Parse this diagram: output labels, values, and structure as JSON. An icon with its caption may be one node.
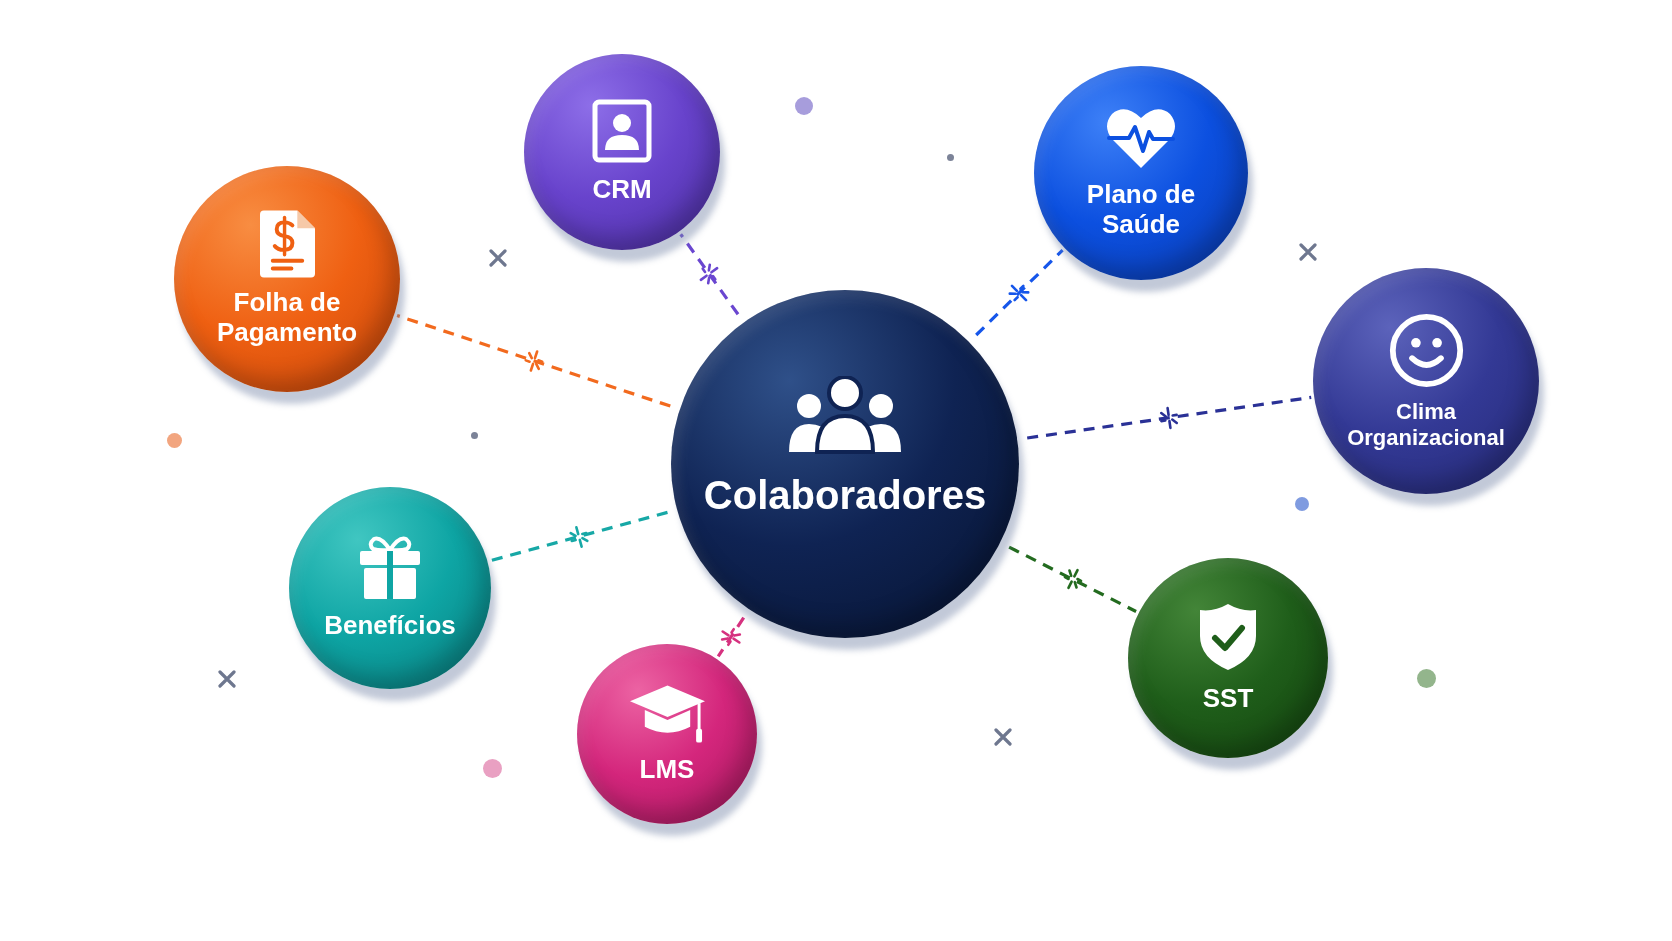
{
  "diagram": {
    "nodes": [
      {
        "text": [
          "CRM"
        ]
      },
      {
        "text": [
          "Plano de Saúde"
        ]
      },
      {
        "text": [
          "Folha de Pagamento"
        ]
      },
      {
        "text": [
          "Colaboradores"
        ]
      },
      {
        "text": [
          "Clima Organizacional"
        ]
      },
      {
        "text": [
          "Benefícios"
        ]
      },
      {
        "text": [
          "SST"
        ]
      },
      {
        "text": [
          "LMS"
        ]
      }
    ],
    "edges": [
      {
        "from": 3,
        "to": 0,
        "arrow": "none",
        "style": "dashed",
        "color": "#6a46d0"
      },
      {
        "from": 3,
        "to": 1,
        "arrow": "none",
        "style": "dashed",
        "color": "#1656ea"
      },
      {
        "from": 3,
        "to": 2,
        "arrow": "none",
        "style": "dashed",
        "color": "#f26a1e"
      },
      {
        "from": 3,
        "to": 4,
        "arrow": "none",
        "style": "dashed",
        "color": "#2a3196"
      },
      {
        "from": 3,
        "to": 5,
        "arrow": "none",
        "style": "dashed",
        "color": "#17a8a6"
      },
      {
        "from": 3,
        "to": 6,
        "arrow": "none",
        "style": "dashed",
        "color": "#236b1f"
      },
      {
        "from": 3,
        "to": 7,
        "arrow": "none",
        "style": "dashed",
        "color": "#d6317f"
      }
    ]
  }
}
